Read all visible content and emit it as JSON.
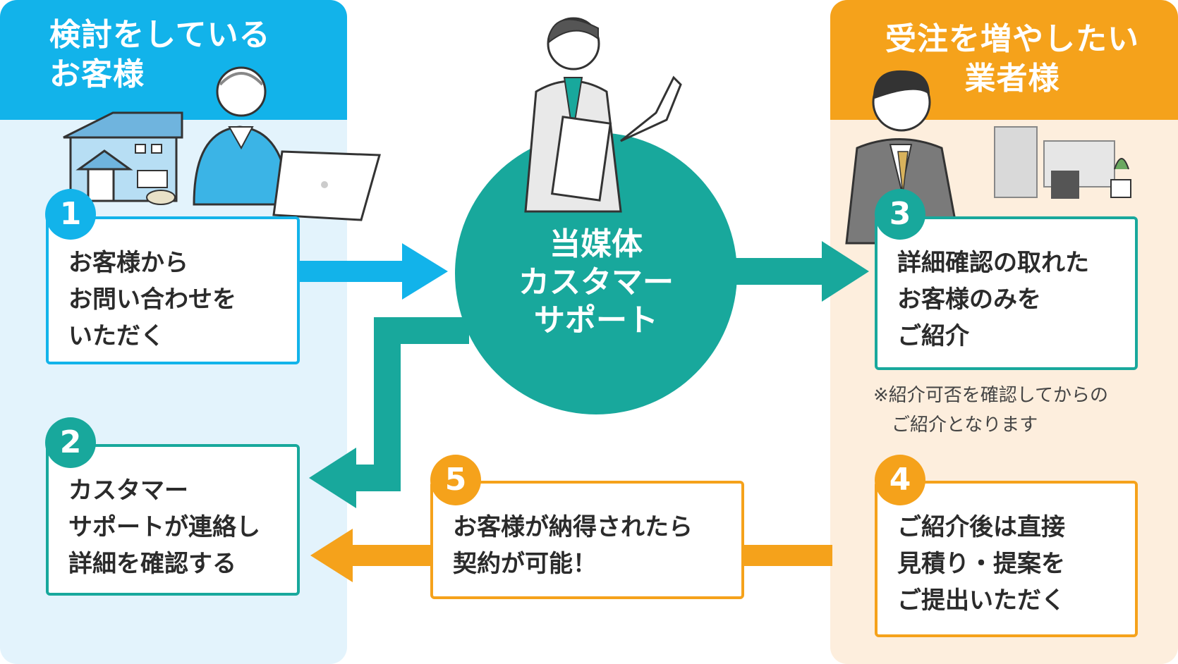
{
  "left_panel": {
    "title": "検討をしている\nお客様",
    "color": "#12b3ea",
    "bg": "#e3f3fc"
  },
  "right_panel": {
    "title": "受注を増やしたい\n業者様",
    "color": "#f5a21b",
    "bg": "#fdeedd"
  },
  "center": {
    "label": "当媒体\nカスタマー\nサポート",
    "color": "#18a89c"
  },
  "steps": [
    {
      "number": "1",
      "text": "お客様から\nお問い合わせを\nいただく"
    },
    {
      "number": "2",
      "text": "カスタマー\nサポートが連絡し\n詳細を確認する"
    },
    {
      "number": "3",
      "text": "詳細確認の取れた\nお客様のみを\nご紹介"
    },
    {
      "number": "4",
      "text": "ご紹介後は直接\n見積り・提案を\nご提出いただく"
    },
    {
      "number": "5",
      "text": "お客様が納得されたら\n契約が可能！"
    }
  ],
  "note": "※紹介可否を確認してからの\n　ご紹介となります"
}
